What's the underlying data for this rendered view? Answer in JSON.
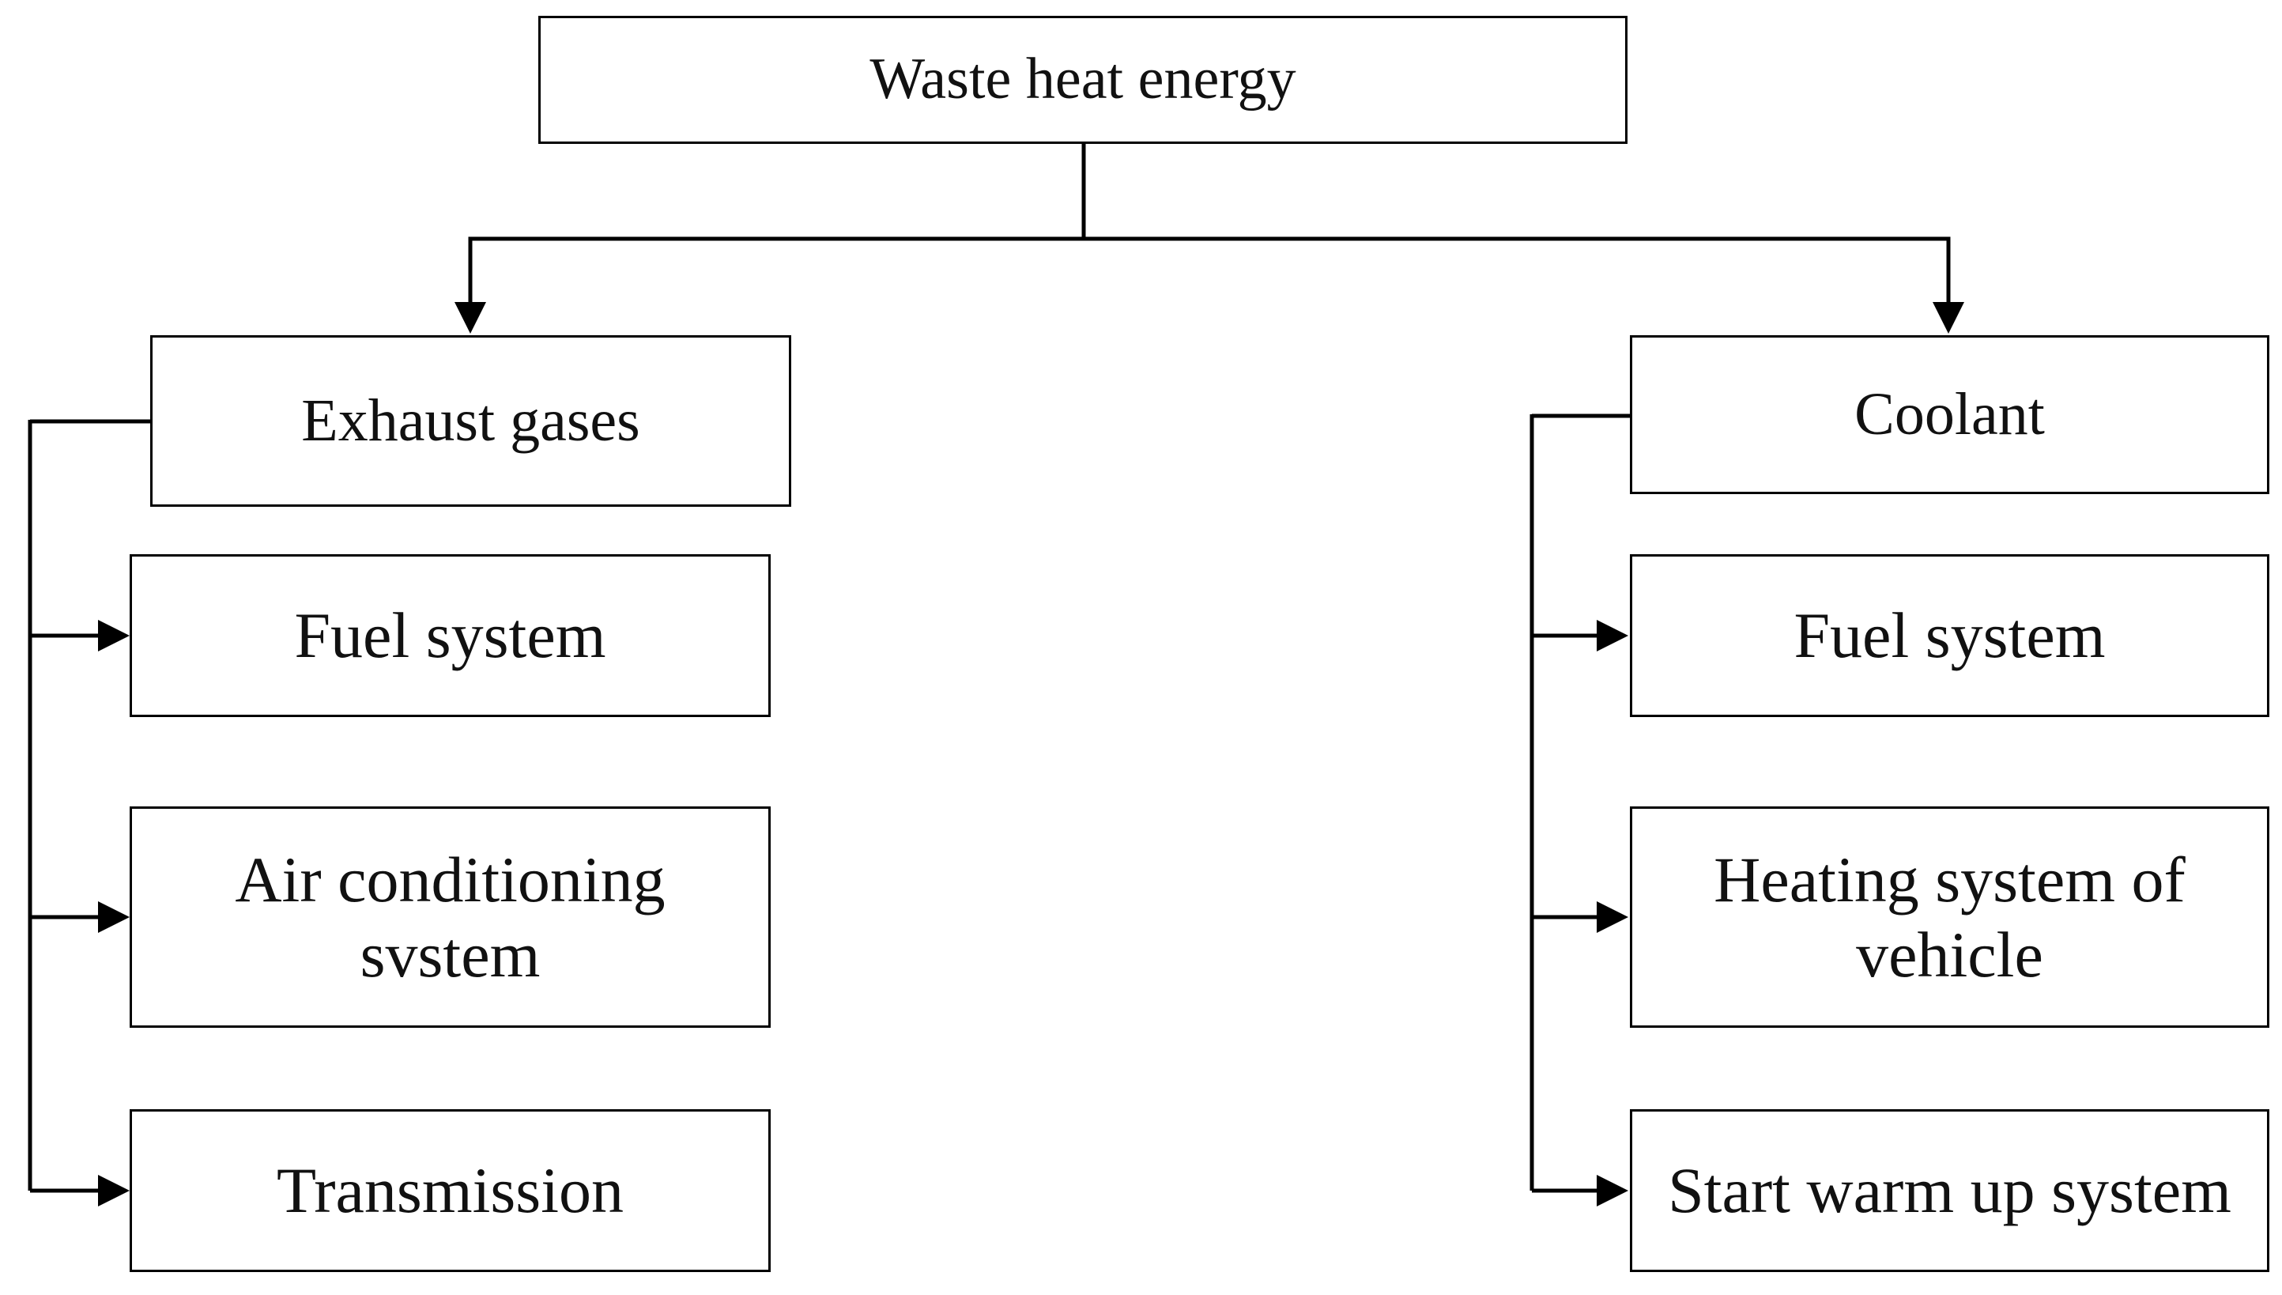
{
  "diagram": {
    "root": {
      "label": "Waste heat energy"
    },
    "categories": [
      {
        "label": "Exhaust gases",
        "items": [
          {
            "label": "Fuel system"
          },
          {
            "label": "Air conditioning svstem"
          },
          {
            "label": "Transmission"
          }
        ]
      },
      {
        "label": "Coolant",
        "items": [
          {
            "label": "Fuel system"
          },
          {
            "label": "Heating system of vehicle"
          },
          {
            "label": "Start warm up system"
          }
        ]
      }
    ]
  }
}
